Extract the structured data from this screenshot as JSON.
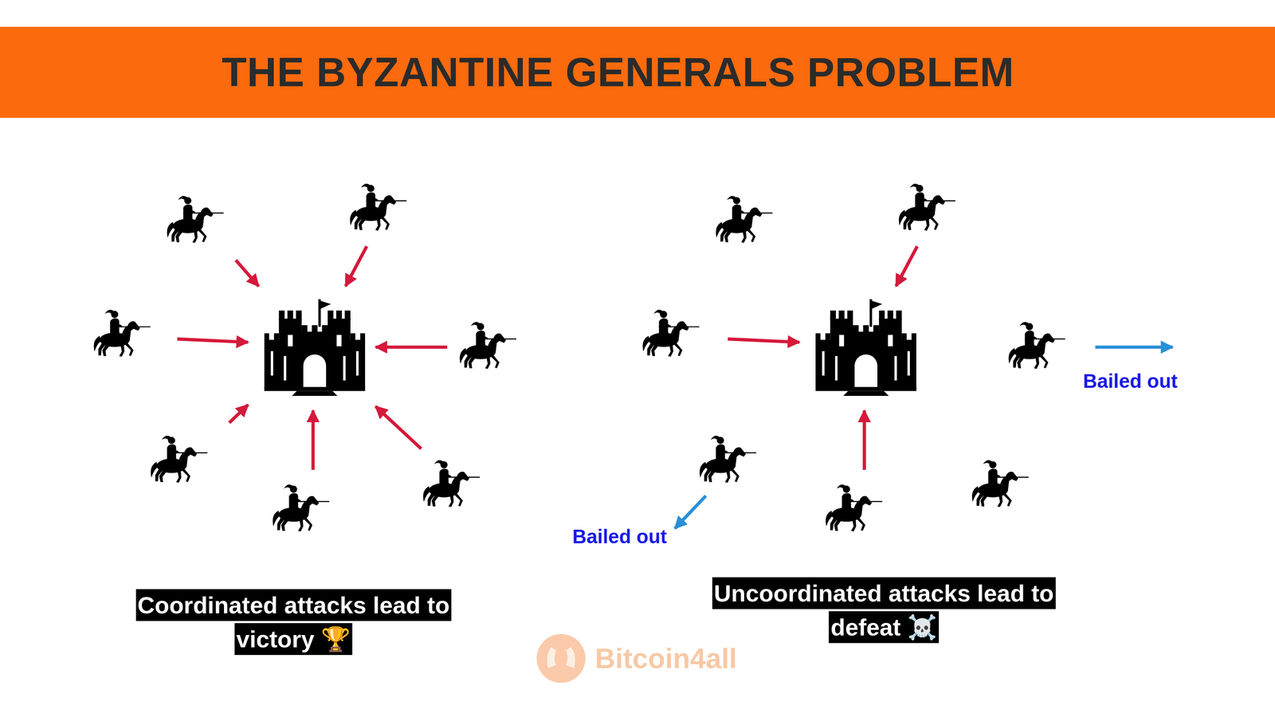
{
  "diagram": {
    "title": "THE BYZANTINE GENERALS PROBLEM",
    "nodes": [
      {
        "text": [
          "Coordinated attacks lead to victory 🏆"
        ]
      },
      {
        "text": [
          "Uncoordinated attacks lead to defeat ☠️"
        ]
      }
    ],
    "labels": [
      "Bailed out",
      "Bailed out",
      "Bitcoin4all"
    ]
  }
}
